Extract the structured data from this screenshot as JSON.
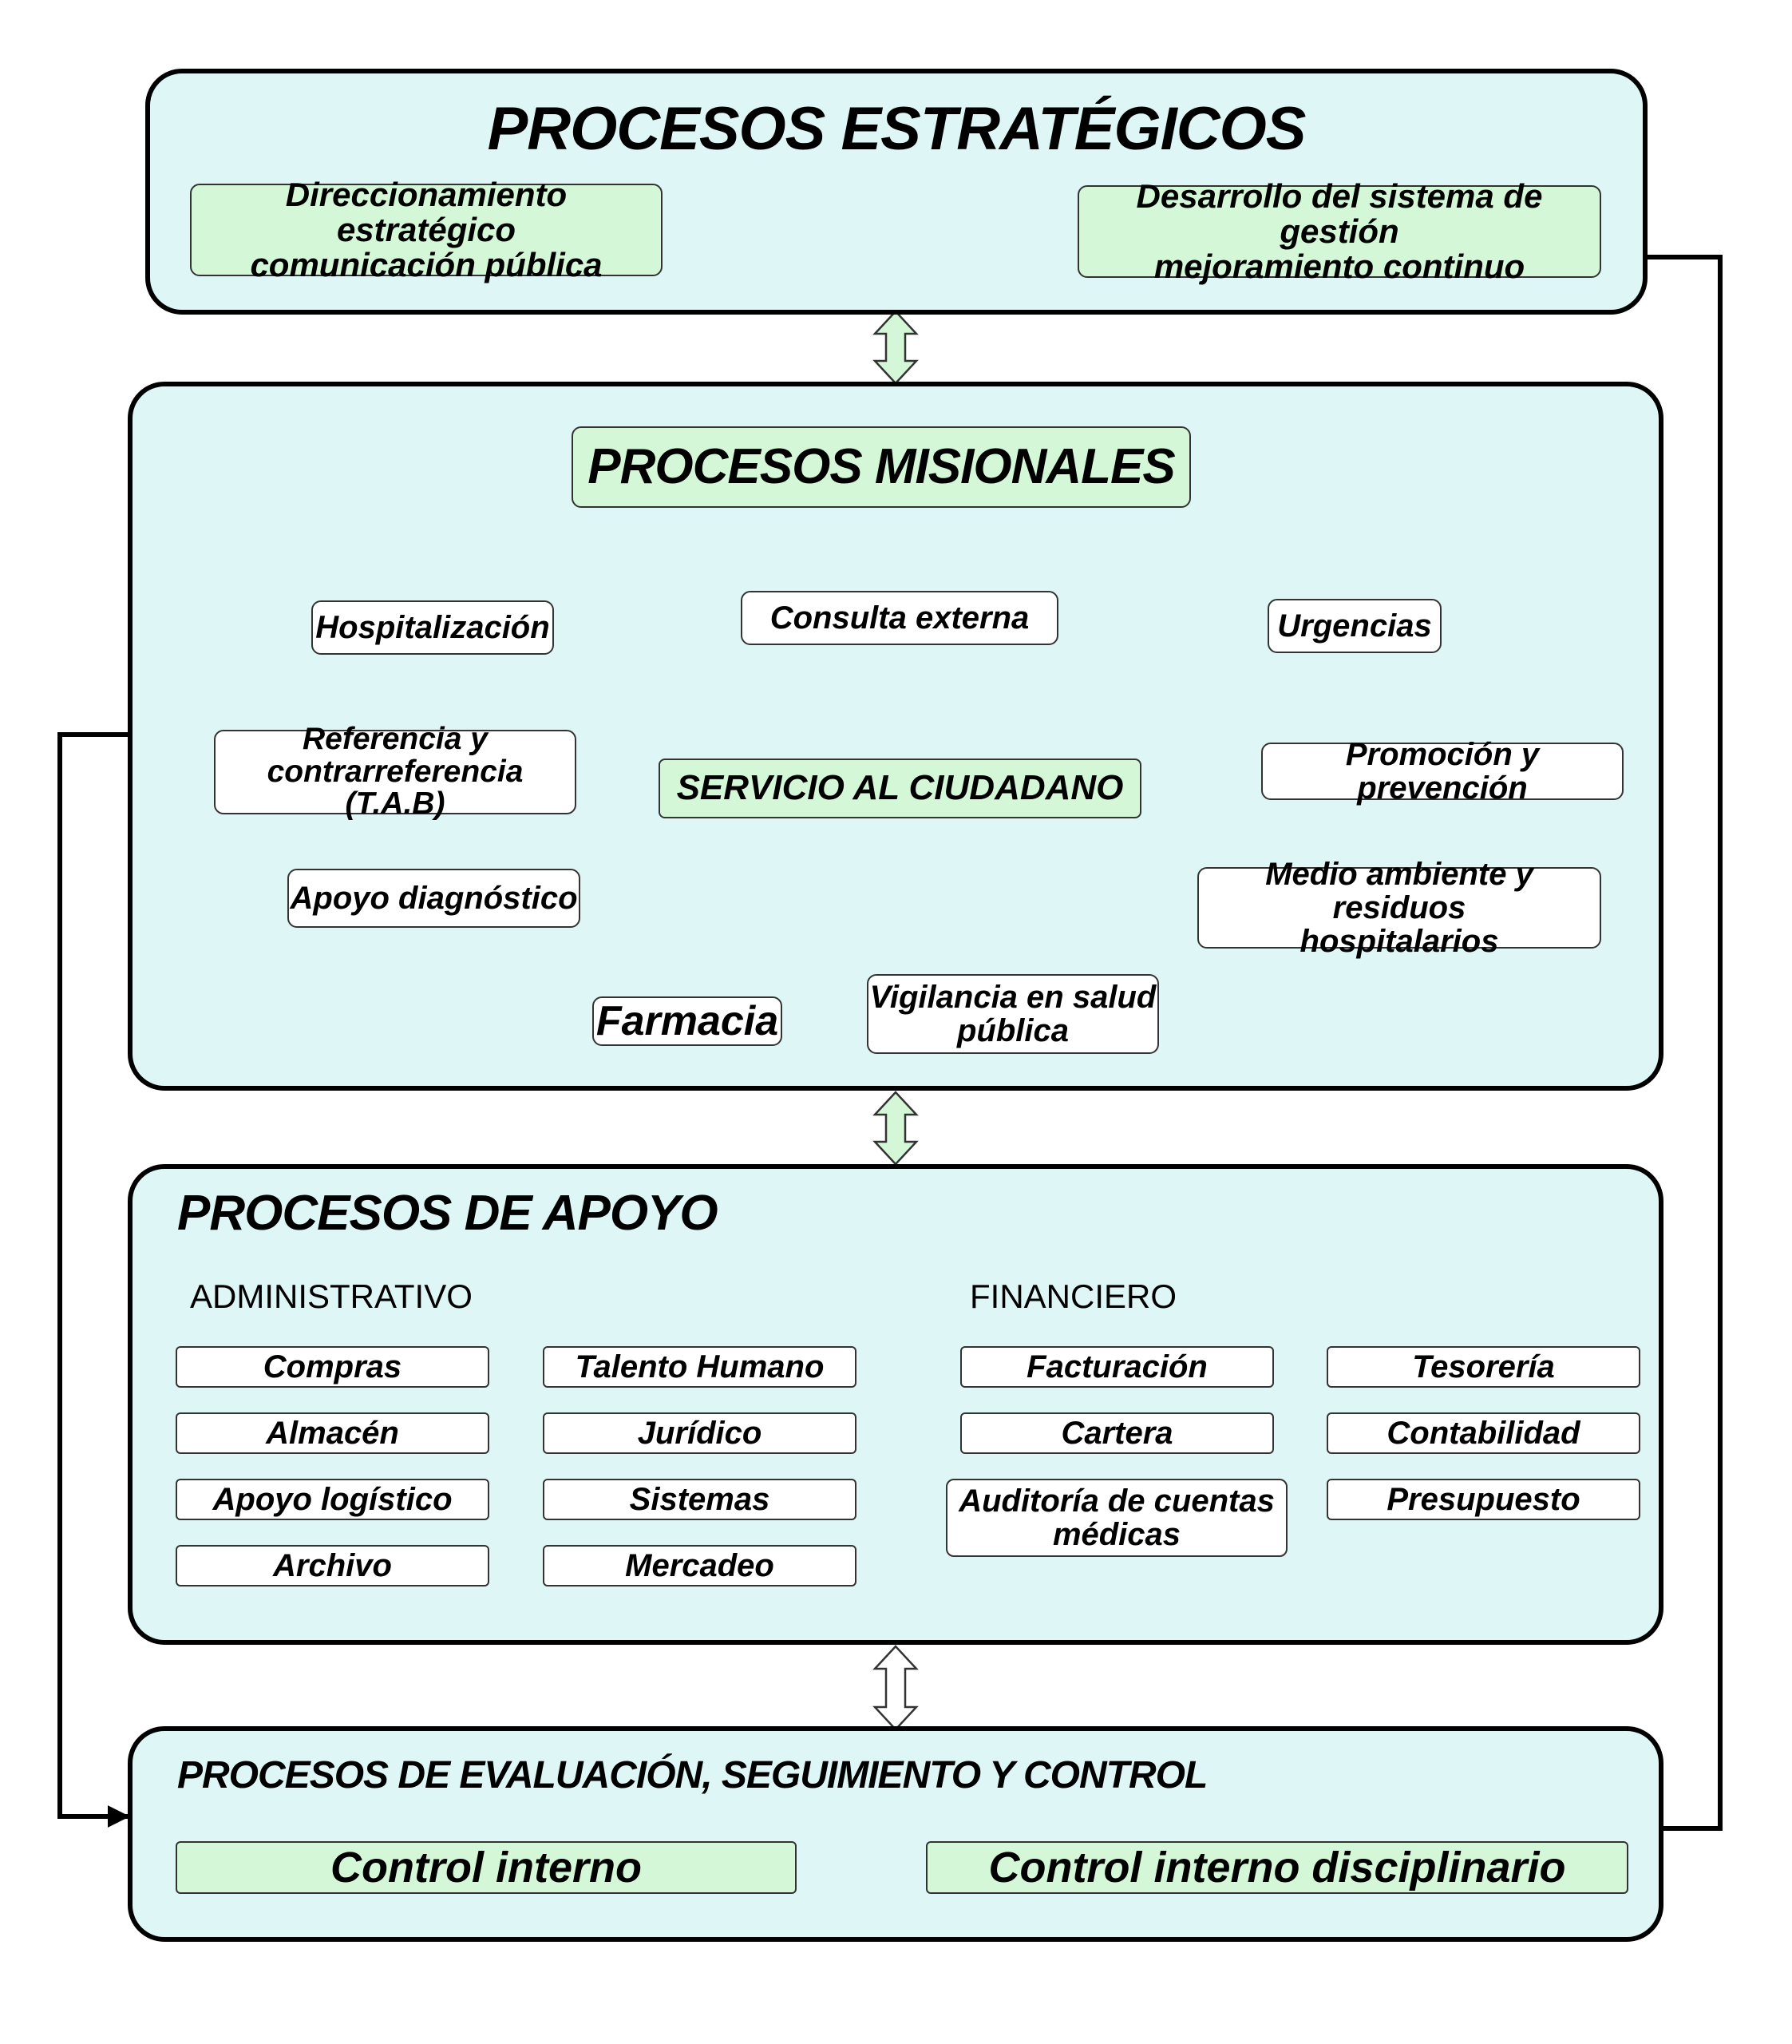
{
  "strategic": {
    "title": "PROCESOS ESTRATÉGICOS",
    "left_box": "Direccionamiento estratégico\ncomunicación pública",
    "right_box": "Desarrollo del sistema de gestión\nmejoramiento continuo"
  },
  "missional": {
    "title": "PROCESOS MISIONALES",
    "center": "SERVICIO AL CIUDADANO",
    "nodes": {
      "hospitalizacion": "Hospitalización",
      "consulta": "Consulta externa",
      "urgencias": "Urgencias",
      "referencia": "Referencia y\ncontrarreferencia (T.A.B)",
      "promocion": "Promoción y prevención",
      "apoyo_diag": "Apoyo diagnóstico",
      "medio_ambiente": "Medio ambiente y residuos\nhospitalarios",
      "farmacia": "Farmacia",
      "vigilancia": "Vigilancia en salud\npública"
    }
  },
  "support": {
    "title": "PROCESOS DE APOYO",
    "admin_label": "ADMINISTRATIVO",
    "fin_label": "FINANCIERO",
    "admin_col1": [
      "Compras",
      "Almacén",
      "Apoyo logístico",
      "Archivo"
    ],
    "admin_col2": [
      "Talento Humano",
      "Jurídico",
      "Sistemas",
      "Mercadeo"
    ],
    "fin_col1": [
      "Facturación",
      "Cartera",
      "Auditoría de cuentas\nmédicas"
    ],
    "fin_col2": [
      "Tesorería",
      "Contabilidad",
      "Presupuesto"
    ]
  },
  "evaluation": {
    "title": "PROCESOS DE EVALUACIÓN, SEGUIMIENTO Y CONTROL",
    "left_box": "Control interno",
    "right_box": "Control interno disciplinario"
  },
  "colors": {
    "panel_fill": "#dff6f6",
    "green_fill": "#d4f8d7",
    "outline": "#000000"
  }
}
